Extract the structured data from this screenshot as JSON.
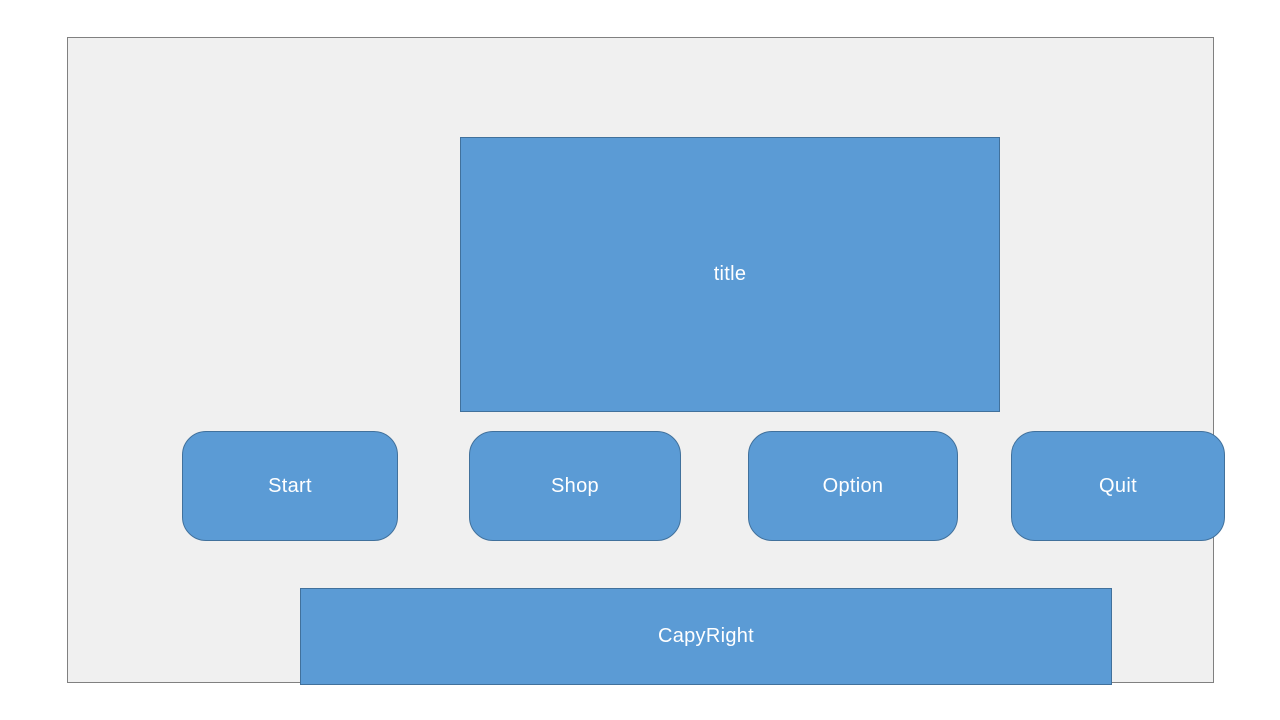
{
  "colors": {
    "accent_fill": "#5b9bd5",
    "accent_outline": "#41719c",
    "frame_bg": "#f0f0f0",
    "frame_border": "#808080",
    "shape_text": "#ffffff"
  },
  "wireframe": {
    "title_box": {
      "label": "title"
    },
    "buttons": [
      {
        "label": "Start"
      },
      {
        "label": "Shop"
      },
      {
        "label": "Option"
      },
      {
        "label": "Quit"
      }
    ],
    "footer": {
      "label": "CapyRight"
    }
  }
}
